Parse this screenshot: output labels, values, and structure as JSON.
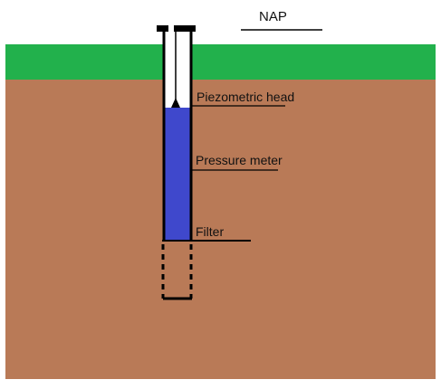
{
  "colors": {
    "grass": "#22B14C",
    "soil": "#B97A57",
    "water": "#3F48CC",
    "tube": "#000000",
    "background": "#FFFFFF"
  },
  "labels": {
    "nap": "NAP",
    "piezometric_head": "Piezometric head",
    "pressure_meter": "Pressure meter",
    "filter": "Filter"
  }
}
